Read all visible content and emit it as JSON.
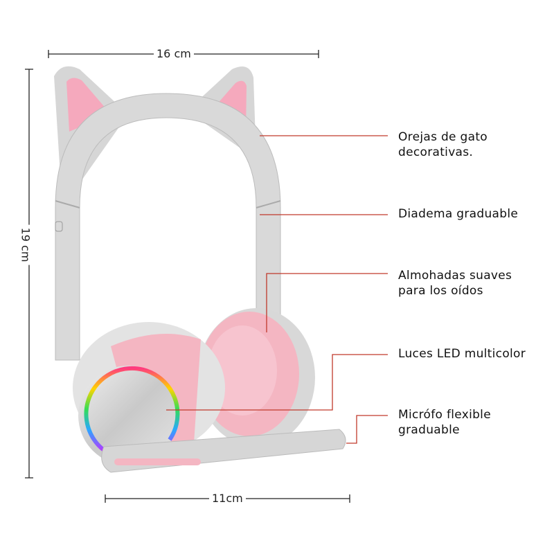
{
  "dimensions": {
    "width": "16 cm",
    "height": "19 cm",
    "depth": "11cm"
  },
  "features": [
    {
      "line1": "Orejas de gato",
      "line2": "decorativas."
    },
    {
      "line1": "Diadema graduable",
      "line2": ""
    },
    {
      "line1": "Almohadas suaves",
      "line2": "para los oídos"
    },
    {
      "line1": "Luces LED multicolor",
      "line2": ""
    },
    {
      "line1": "Micrófo flexible",
      "line2": "graduable"
    }
  ],
  "colors": {
    "body": "#d9d9d9",
    "pink": "#f4b6c2",
    "leader": "#c0392b"
  }
}
